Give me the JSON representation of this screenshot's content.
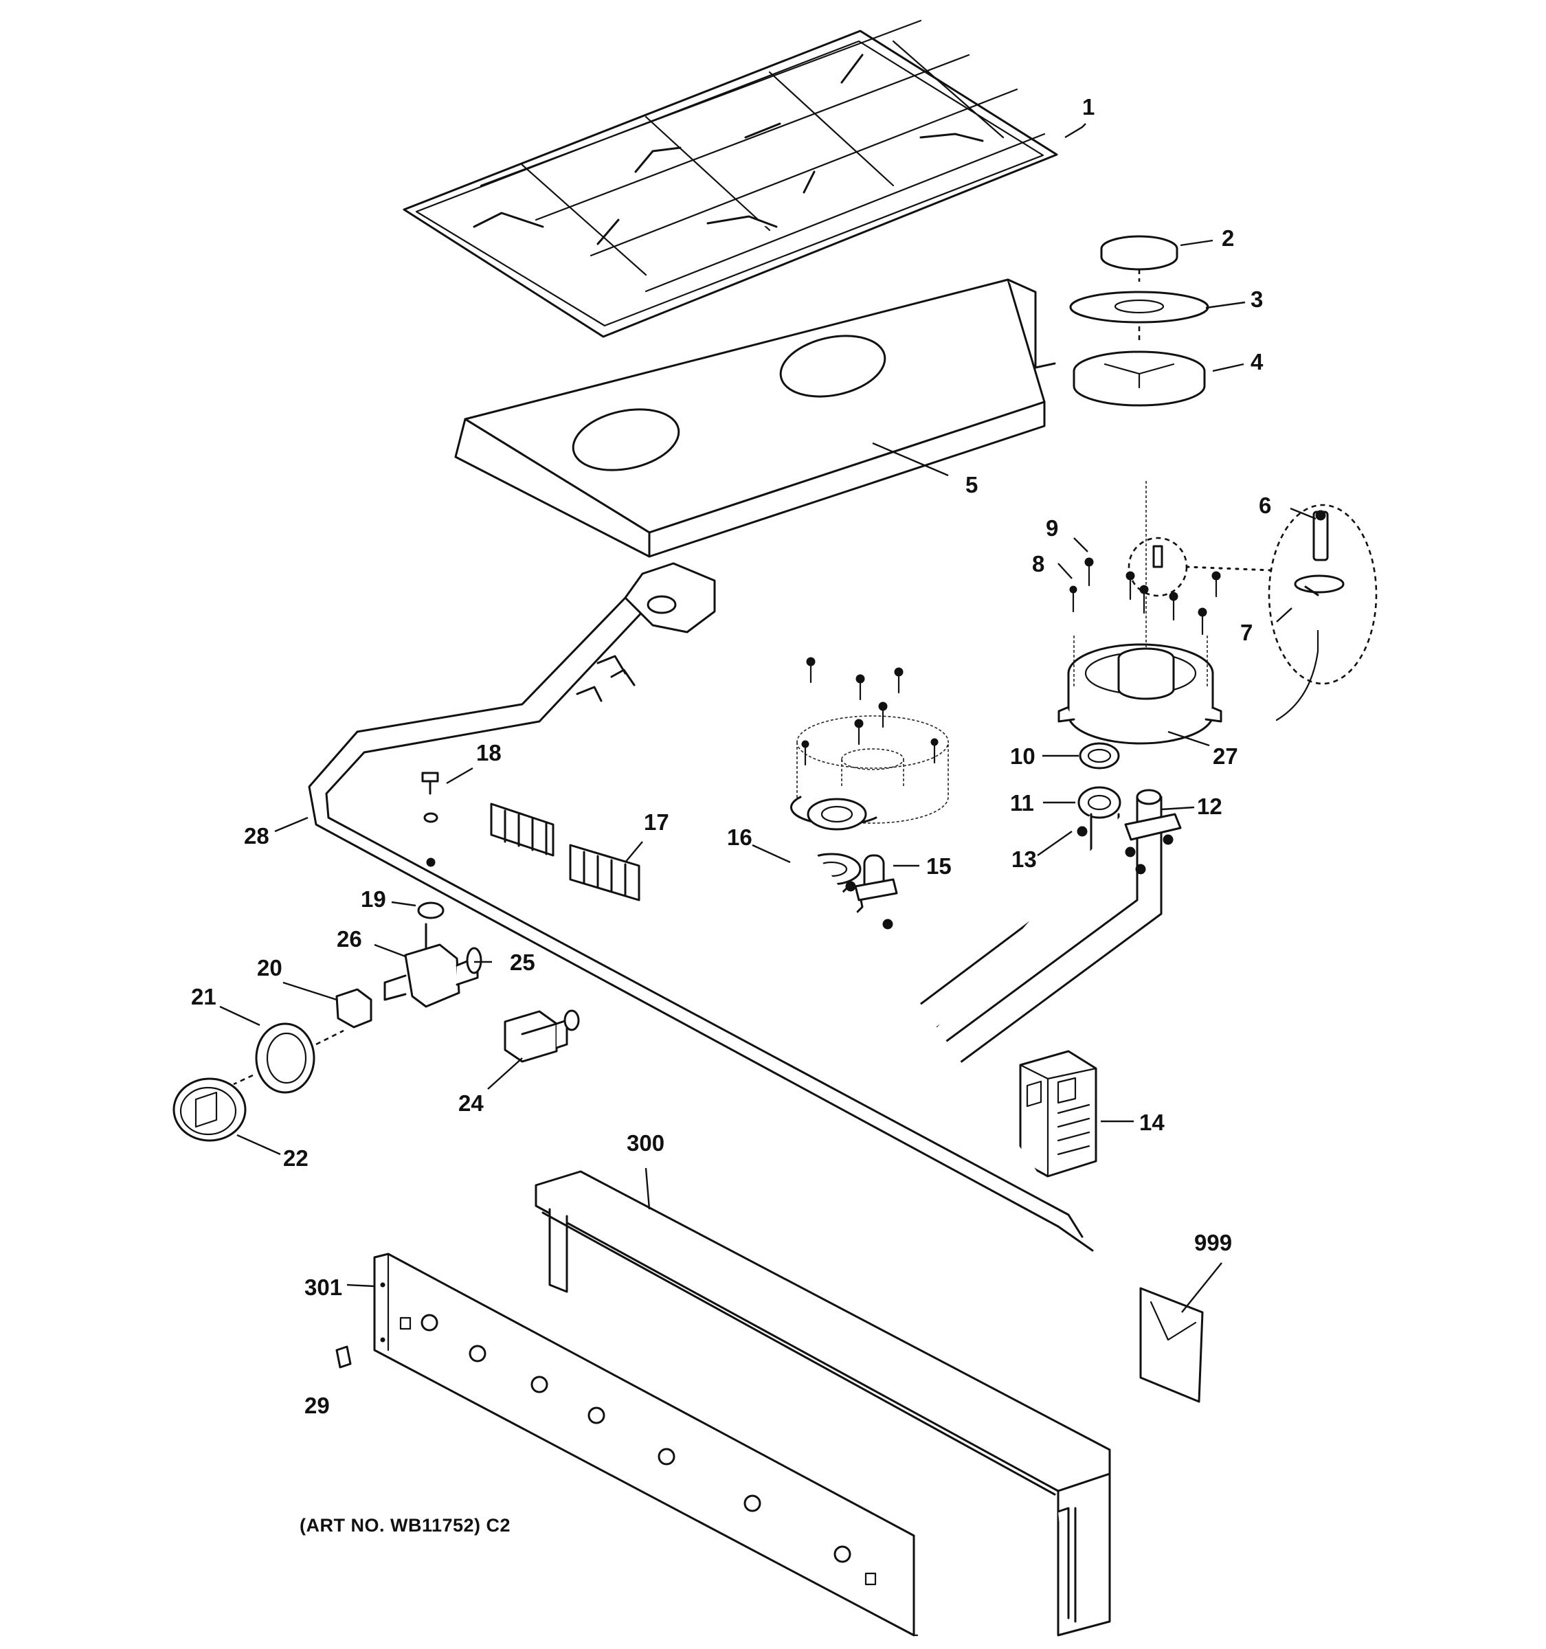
{
  "art_number": "(ART NO. WB11752) C2",
  "callouts": {
    "c1": "1",
    "c2": "2",
    "c3": "3",
    "c4": "4",
    "c5": "5",
    "c6": "6",
    "c7": "7",
    "c8": "8",
    "c9": "9",
    "c10": "10",
    "c11": "11",
    "c12": "12",
    "c13": "13",
    "c14": "14",
    "c15": "15",
    "c16": "16",
    "c17": "17",
    "c18": "18",
    "c19": "19",
    "c20": "20",
    "c21": "21",
    "c22": "22",
    "c24": "24",
    "c25": "25",
    "c26": "26",
    "c27": "27",
    "c28": "28",
    "c29": "29",
    "c300": "300",
    "c301": "301",
    "c999": "999"
  }
}
